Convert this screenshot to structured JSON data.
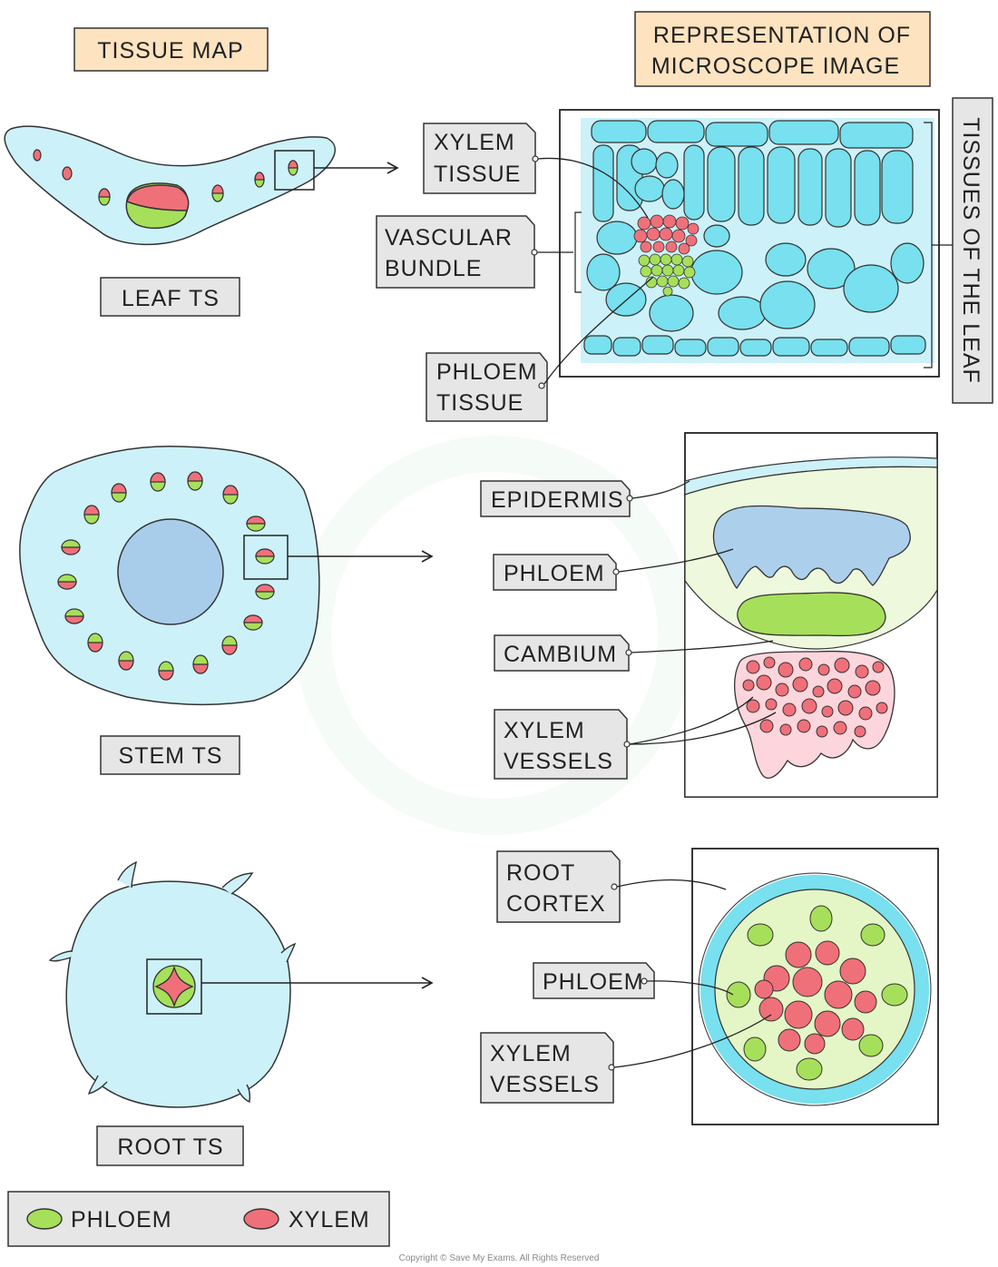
{
  "headers": {
    "tissue_map": "TISSUE MAP",
    "microscope_line1": "REPRESENTATION OF",
    "microscope_line2": "MICROSCOPE IMAGE"
  },
  "leaf": {
    "caption": "LEAF TS",
    "labels": {
      "xylem_line1": "XYLEM",
      "xylem_line2": "TISSUE",
      "vascular_line1": "VASCULAR",
      "vascular_line2": "BUNDLE",
      "phloem_line1": "PHLOEM",
      "phloem_line2": "TISSUE"
    },
    "side_label": "TISSUES OF THE LEAF"
  },
  "stem": {
    "caption": "STEM TS",
    "labels": {
      "epidermis": "EPIDERMIS",
      "phloem": "PHLOEM",
      "cambium": "CAMBIUM",
      "xylem_line1": "XYLEM",
      "xylem_line2": "VESSELS"
    }
  },
  "root": {
    "caption": "ROOT TS",
    "labels": {
      "cortex_line1": "ROOT",
      "cortex_line2": "CORTEX",
      "phloem": "PHLOEM",
      "xylem_line1": "XYLEM",
      "xylem_line2": "VESSELS"
    }
  },
  "legend": {
    "phloem": "PHLOEM",
    "xylem": "XYLEM",
    "phloem_color": "#a6e05a",
    "xylem_color": "#f0707a"
  },
  "copyright": "Copyright © Save My Exams. All Rights Reserved",
  "colors": {
    "tissue_cyan": "#cdf1f8",
    "cell_cyan": "#78e0ee",
    "header_bg": "#fde3bf",
    "label_bg": "#e6e6e6",
    "stem_phloem_blue": "#acd0ec",
    "pith_blue": "#a8cdeb"
  }
}
